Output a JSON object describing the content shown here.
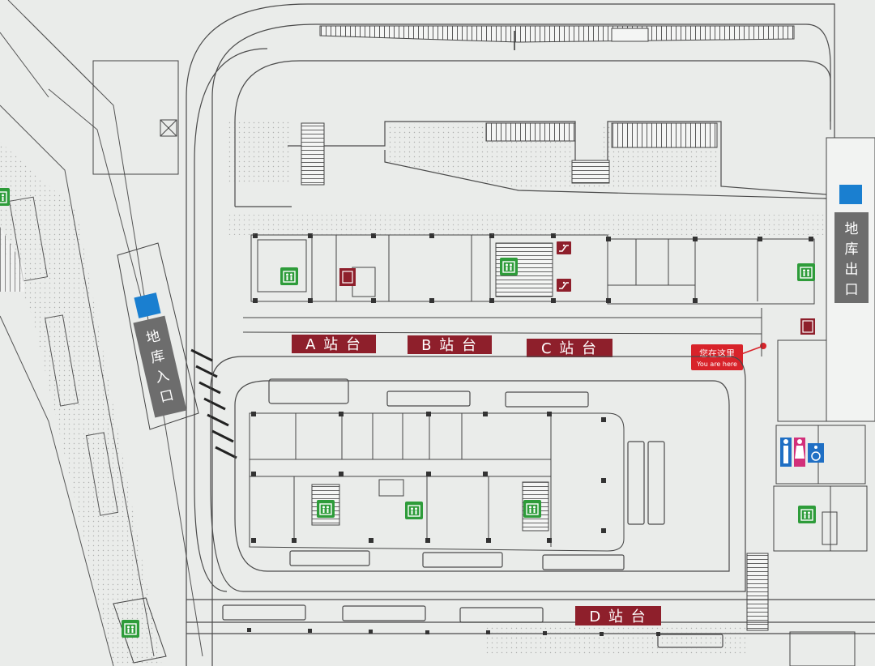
{
  "map": {
    "platforms": [
      {
        "id": "A",
        "label": "A 站 台"
      },
      {
        "id": "B",
        "label": "B 站 台"
      },
      {
        "id": "C",
        "label": "C 站 台"
      },
      {
        "id": "D",
        "label": "D 站 台"
      }
    ],
    "garage_entrance": {
      "chars": [
        "地",
        "库",
        "入",
        "口"
      ]
    },
    "garage_exit": {
      "chars": [
        "地",
        "库",
        "出",
        "口"
      ]
    },
    "you_are_here": {
      "label_cn": "您在这里",
      "label_en": "You are here"
    },
    "colors": {
      "platform_red": "#8e1f2b",
      "elevator_green": "#2e9c3a",
      "garage_blue": "#1a7fd0",
      "garage_gray": "#6d6d6d",
      "marker_red": "#d8232a",
      "restroom_male": "#1f6fc4",
      "restroom_female": "#d2307a",
      "line": "#4a4a4a",
      "ground": "#eef0ef"
    },
    "icons": [
      "elevator-icon",
      "escalator-icon",
      "restroom-icon",
      "accessible-icon",
      "location-pin-icon"
    ]
  }
}
